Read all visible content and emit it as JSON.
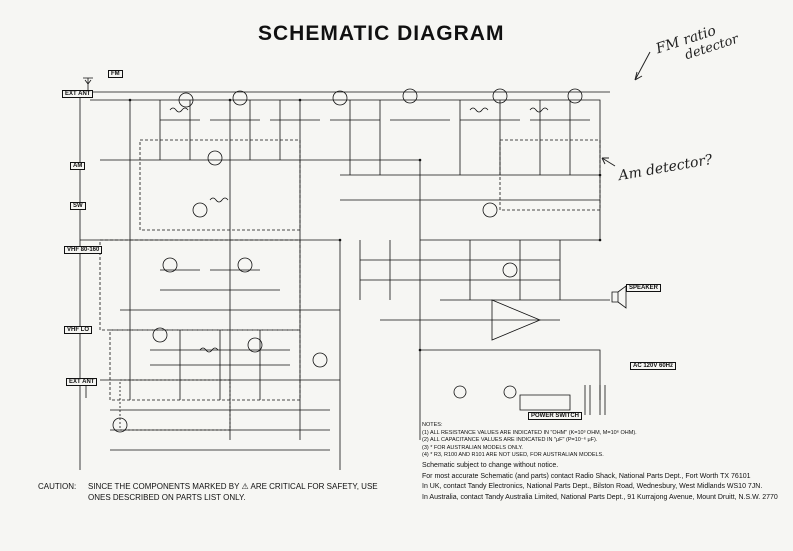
{
  "title": "SCHEMATIC DIAGRAM",
  "handwritten": {
    "fm_note_line1": "FM ratio",
    "fm_note_line2": "detector",
    "am_note": "Am detector?"
  },
  "section_labels": {
    "am": "AM",
    "sw": "SW",
    "vhf_hi": "VHF 80-160",
    "vhf_lo": "VHF LO",
    "fm": "FM",
    "ext_ant": "EXT ANT",
    "ext_ant_2": "EXT ANT",
    "speaker": "SPEAKER",
    "power_switch": "POWER SWITCH",
    "ac_note": "AC 120V 60Hz"
  },
  "caution": {
    "head": "CAUTION:",
    "text": "SINCE THE COMPONENTS MARKED BY",
    "symbol": "⚠",
    "text2": "ARE CRITICAL FOR SAFETY, USE ONES DESCRIBED ON PARTS LIST ONLY."
  },
  "notes": {
    "heading": "NOTES:",
    "items": [
      "(1)  ALL RESISTANCE VALUES ARE INDICATED IN \"OHM\" (K=10³ OHM, M=10⁶ OHM).",
      "(2)  ALL CAPACITANCE VALUES ARE INDICATED IN \"μF\" (P=10⁻⁶ μF).",
      "(3)  * FOR AUSTRALIAN MODELS ONLY.",
      "(4)  * R3, R100 AND R101 ARE NOT USED, FOR AUSTRALIAN MODELS."
    ]
  },
  "footer": {
    "subject": "Schematic subject to change without notice.",
    "us": "For most accurate Schematic (and parts) contact Radio Shack, National Parts Dept., Fort Worth TX 76101",
    "uk": "In UK, contact Tandy Electronics, National Parts Dept., Bilston Road, Wednesbury, West Midlands WS10 7JN.",
    "au": "In Australia, contact Tandy Australia Limited, National Parts Dept., 91 Kurrajong Avenue, Mount Druitt, N.S.W. 2770"
  },
  "colors": {
    "ink": "#111111",
    "paper": "#f6f6f3"
  }
}
